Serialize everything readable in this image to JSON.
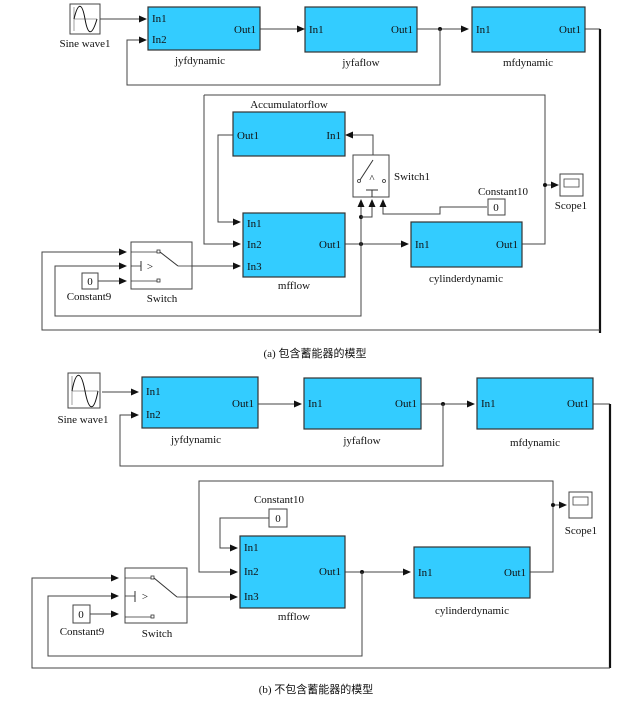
{
  "figure": {
    "panels": [
      {
        "id": "a",
        "caption": "(a) 包含蓄能器的模型",
        "blocks": {
          "sine": {
            "label": "Sine wave1"
          },
          "jyfdynamic": {
            "label": "jyfdynamic",
            "in1": "In1",
            "in2": "In2",
            "out1": "Out1"
          },
          "jyfaflow": {
            "label": "jyfaflow",
            "in1": "In1",
            "out1": "Out1"
          },
          "mfdynamic": {
            "label": "mfdynamic",
            "in1": "In1",
            "out1": "Out1"
          },
          "accumulatorflow": {
            "label": "Accumulatorflow",
            "in1": "In1",
            "out1": "Out1"
          },
          "switch1": {
            "label": "Switch1",
            "symbol": "^"
          },
          "constant10": {
            "label": "Constant10",
            "value": "0"
          },
          "scope1": {
            "label": "Scope1"
          },
          "mfflow": {
            "label": "mfflow",
            "in1": "In1",
            "in2": "In2",
            "in3": "In3",
            "out1": "Out1"
          },
          "cylinderdynamic": {
            "label": "cylinderdynamic",
            "in1": "In1",
            "out1": "Out1"
          },
          "switch": {
            "label": "Switch",
            "symbol": ">"
          },
          "constant9": {
            "label": "Constant9",
            "value": "0"
          }
        }
      },
      {
        "id": "b",
        "caption": "(b) 不包含蓄能器的模型",
        "blocks": {
          "sine": {
            "label": "Sine wave1"
          },
          "jyfdynamic": {
            "label": "jyfdynamic",
            "in1": "In1",
            "in2": "In2",
            "out1": "Out1"
          },
          "jyfaflow": {
            "label": "jyfaflow",
            "in1": "In1",
            "out1": "Out1"
          },
          "mfdynamic": {
            "label": "mfdynamic",
            "in1": "In1",
            "out1": "Out1"
          },
          "constant10": {
            "label": "Constant10",
            "value": "0"
          },
          "scope1": {
            "label": "Scope1"
          },
          "mfflow": {
            "label": "mfflow",
            "in1": "In1",
            "in2": "In2",
            "in3": "In3",
            "out1": "Out1"
          },
          "cylinderdynamic": {
            "label": "cylinderdynamic",
            "in1": "In1",
            "out1": "Out1"
          },
          "switch": {
            "label": "Switch",
            "symbol": ">"
          },
          "constant9": {
            "label": "Constant9",
            "value": "0"
          }
        }
      }
    ]
  }
}
